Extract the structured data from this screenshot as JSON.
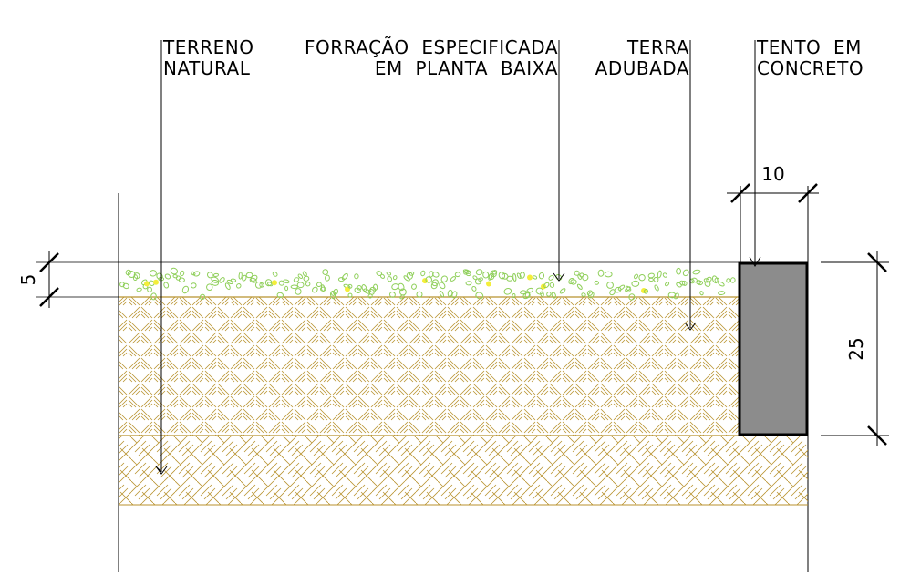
{
  "labels": {
    "terreno_natural": [
      "TERRENO",
      "NATURAL"
    ],
    "forracao": [
      "FORRAÇÃO  ESPECIFICADA",
      "EM  PLANTA  BAIXA"
    ],
    "terra_adubada": [
      "TERRA",
      "ADUBADA"
    ],
    "tento": [
      "TENTO  EM",
      "CONCRETO"
    ]
  },
  "dimensions": {
    "cover_thickness": "5",
    "curb_width": "10",
    "curb_height": "25"
  },
  "colors": {
    "soil_hatch": "#b8922e",
    "cover_green": "#8fcf5a",
    "cover_yellow": "#f4ee3a",
    "curb_fill": "#8c8c8c",
    "line": "#000000"
  }
}
